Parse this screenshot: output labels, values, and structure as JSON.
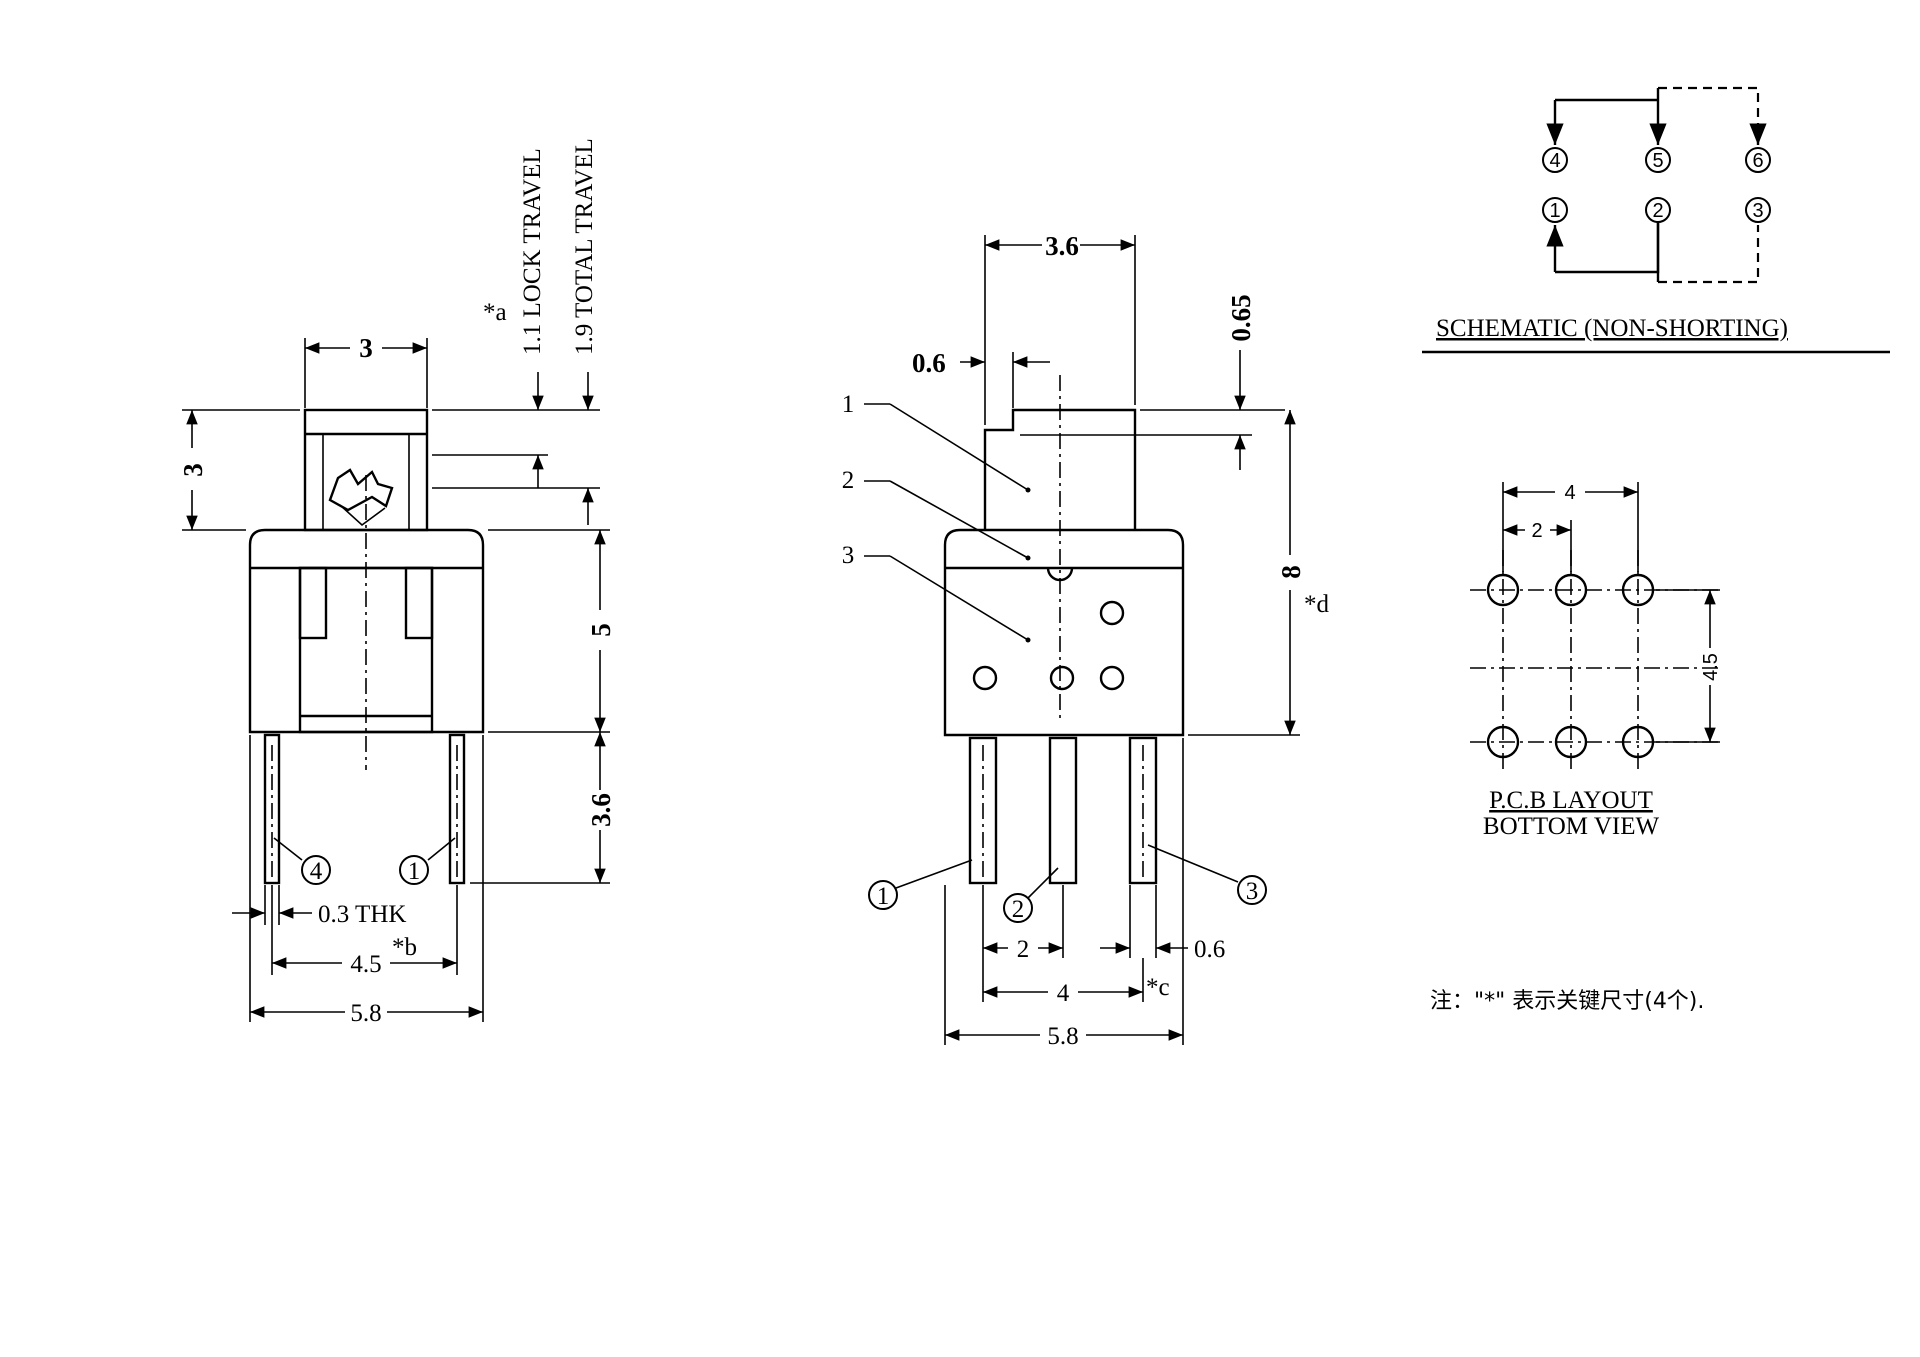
{
  "front_view": {
    "dim_top_width": "3",
    "dim_plunger_height": "3",
    "dim_body_height": "5",
    "dim_pin_length": "3.6",
    "note_a": "*a",
    "lock_travel": "1.1 LOCK TRAVEL",
    "total_travel": "1.9 TOTAL TRAVEL",
    "pin_left": "4",
    "pin_right": "1",
    "thickness": "0.3 THK",
    "dim_pin_span": "4.5",
    "note_b": "*b",
    "dim_overall_width": "5.8"
  },
  "side_view": {
    "dim_plunger_width": "3.6",
    "dim_step": "0.6",
    "dim_travel_offset": "0.65",
    "dim_height": "8",
    "note_d": "*d",
    "parts": [
      "1",
      "2",
      "3"
    ],
    "pins": [
      "1",
      "2",
      "3"
    ],
    "dim_pin_pitch": "2",
    "dim_pin_width": "0.6",
    "dim_outer_pitch": "4",
    "note_c": "*c",
    "dim_overall_width": "5.8"
  },
  "schematic": {
    "pins_top": [
      "4",
      "5",
      "6"
    ],
    "pins_bottom": [
      "1",
      "2",
      "3"
    ],
    "title": "SCHEMATIC (NON-SHORTING)"
  },
  "pcb_layout": {
    "dim_outer": "4",
    "dim_inner": "2",
    "dim_row": "4.5",
    "title": "P.C.B LAYOUT",
    "subtitle": "BOTTOM VIEW"
  },
  "note": "注：\"*\"  表示关键尺寸(4个)."
}
